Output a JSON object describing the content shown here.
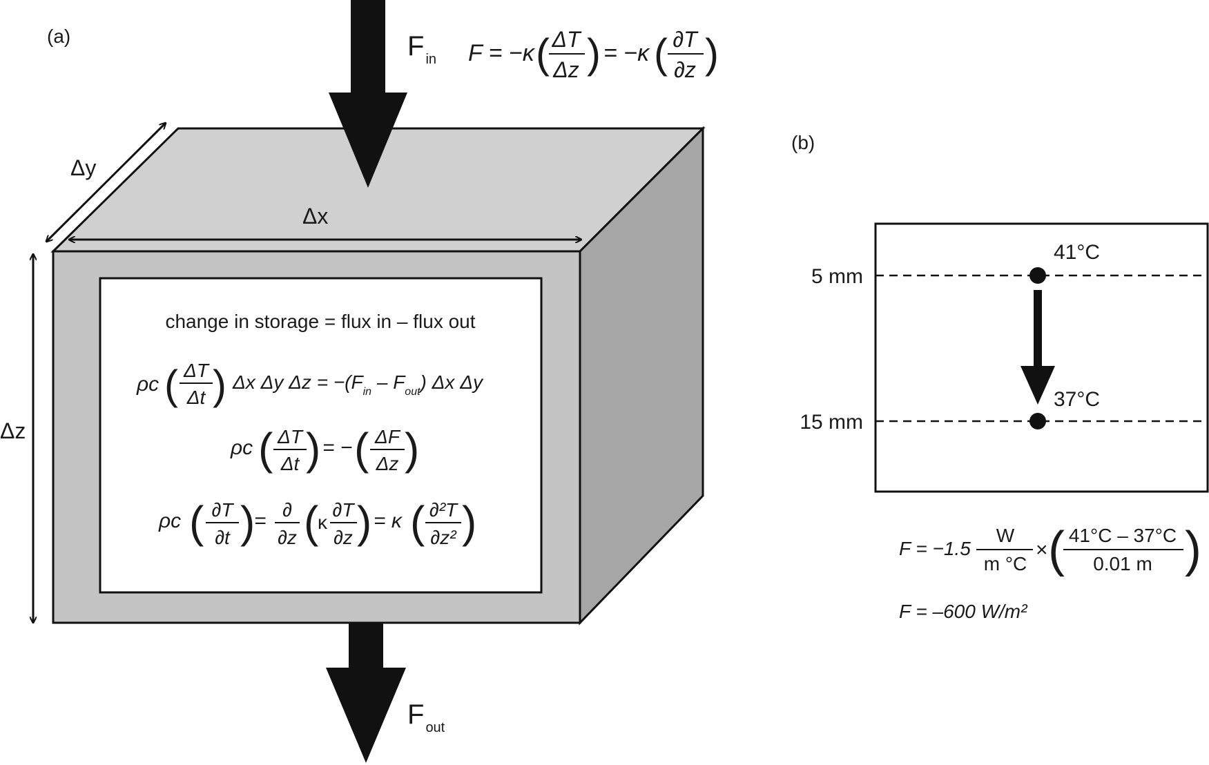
{
  "panel_a": {
    "label": "(a)",
    "flux_in": {
      "base": "F",
      "sub": "in"
    },
    "flux_out": {
      "base": "F",
      "sub": "out"
    },
    "flux_eq": {
      "lhs": "F = −κ",
      "frac1_num": "ΔT",
      "frac1_den": "Δz",
      "mid": "= −κ",
      "frac2_num": "∂T",
      "frac2_den": "∂z"
    },
    "dim_x": "Δx",
    "dim_y": "Δy",
    "dim_z": "Δz",
    "storage_text": "change in storage = flux in – flux out",
    "eq1": {
      "lhs": "ρc",
      "frac_num": "ΔT",
      "frac_den": "Δt",
      "mid": "Δx Δy Δz = −(F",
      "sub_in": "in",
      "minus": " – F",
      "sub_out": "out",
      "tail": ") Δx Δy"
    },
    "eq2": {
      "lhs": "ρc",
      "frac1_num": "ΔT",
      "frac1_den": "Δt",
      "mid": "= −",
      "frac2_num": "ΔF",
      "frac2_den": "Δz"
    },
    "eq3": {
      "lhs": "ρc",
      "frac1_num": "∂T",
      "frac1_den": "∂t",
      "eq_sign": "=",
      "frac2_num": "∂",
      "frac2_den": "∂z",
      "kappa": "κ",
      "frac3_num": "∂T",
      "frac3_den": "∂z",
      "mid": "= κ",
      "frac4_num": "∂²T",
      "frac4_den": "∂z²"
    }
  },
  "panel_b": {
    "label": "(b)",
    "depth_top": "5 mm",
    "depth_bottom": "15 mm",
    "temp_top": "41°C",
    "temp_bottom": "37°C",
    "calc": {
      "lhs": "F = −1.5",
      "unit_num": "W",
      "unit_den": "m °C",
      "times": "×",
      "frac_num": "41°C – 37°C",
      "frac_den": "0.01 m"
    },
    "result": "F = –600 W/m²"
  }
}
